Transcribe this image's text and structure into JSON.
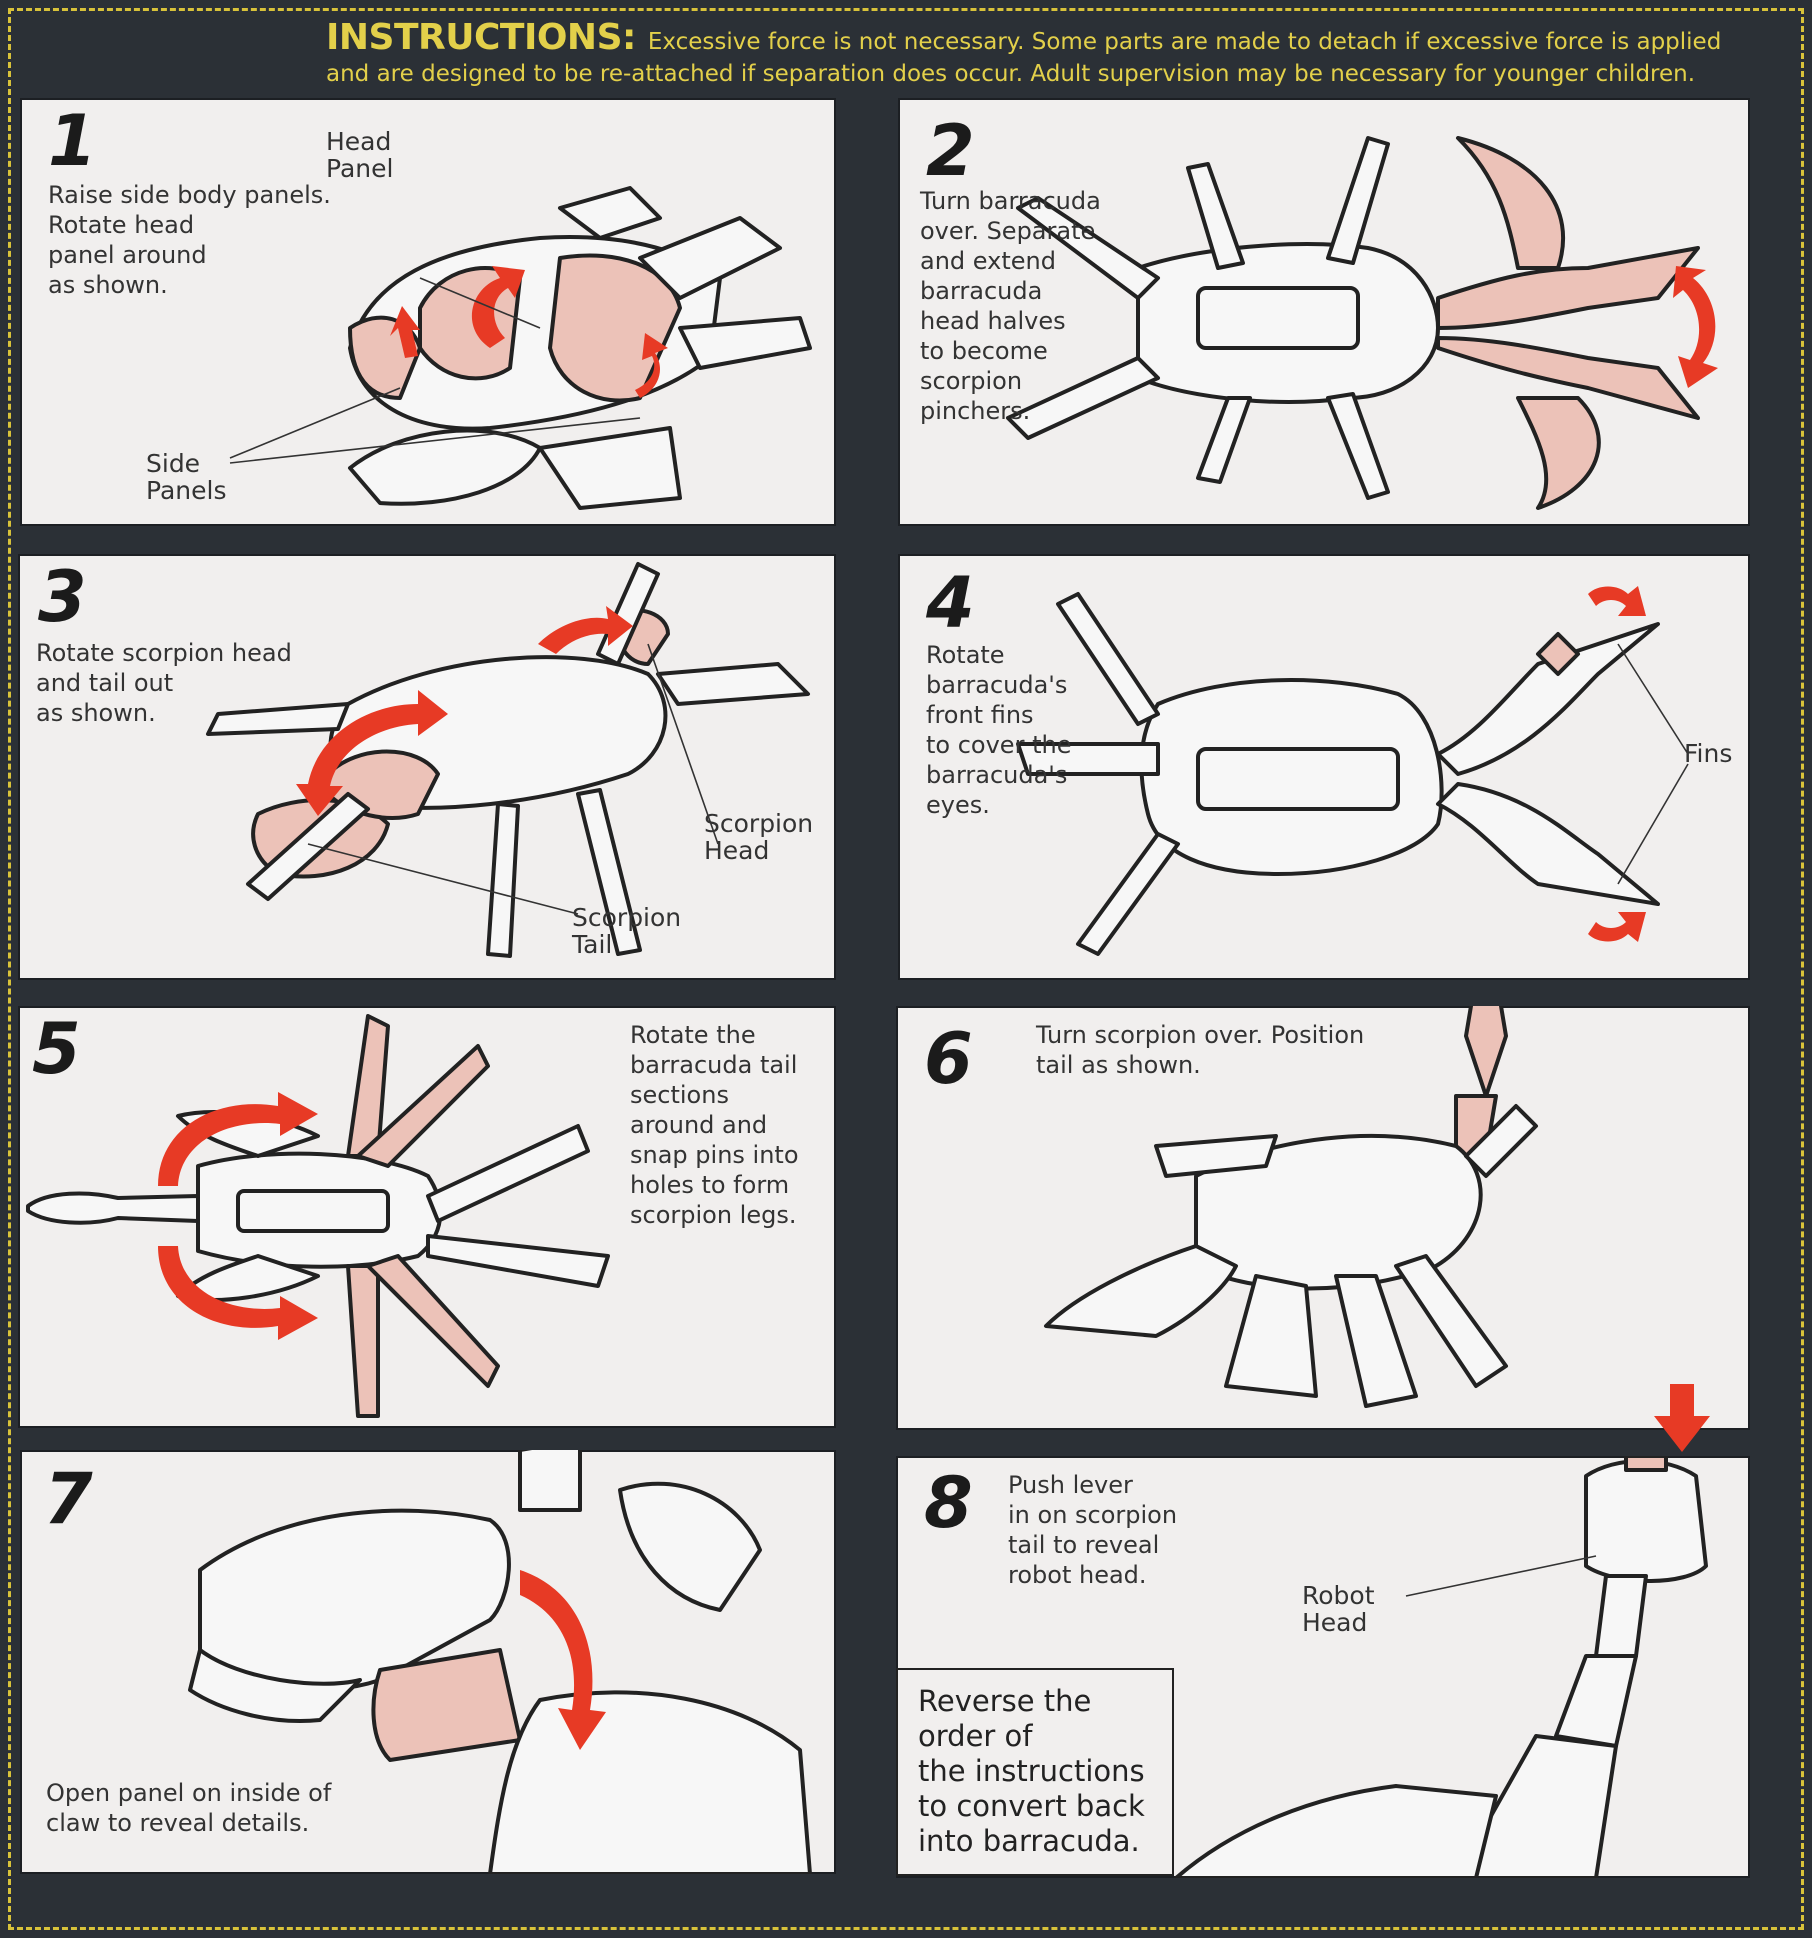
{
  "header": {
    "lead": "INSTRUCTIONS:",
    "line1": "Excessive force is not necessary. Some parts are made to detach if excessive force is applied",
    "line2": "and are designed to be re-attached if separation does occur. Adult supervision may be necessary for younger children."
  },
  "steps": [
    {
      "number": "1",
      "text": "Raise side body panels.\nRotate head\npanel around\nas shown.",
      "callouts": [
        "Head\nPanel",
        "Side\nPanels"
      ]
    },
    {
      "number": "2",
      "text": "Turn barracuda\nover. Separate\nand extend\nbarracuda\nhead halves\nto become\nscorpion\npinchers.",
      "callouts": []
    },
    {
      "number": "3",
      "text": "Rotate scorpion head\nand tail out\nas shown.",
      "callouts": [
        "Scorpion\nHead",
        "Scorpion\nTail"
      ]
    },
    {
      "number": "4",
      "text": "Rotate\nbarracuda's\nfront fins\nto cover the\nbarracuda's\neyes.",
      "callouts": [
        "Fins"
      ]
    },
    {
      "number": "5",
      "text": "Rotate the\nbarracuda tail\nsections\naround and\nsnap pins into\nholes to form\nscorpion legs.",
      "callouts": []
    },
    {
      "number": "6",
      "text": "Turn scorpion over. Position\ntail as shown.",
      "callouts": []
    },
    {
      "number": "7",
      "text": "Open panel on inside of\nclaw to reveal details.",
      "callouts": []
    },
    {
      "number": "8",
      "text": "Push lever\nin on scorpion\ntail to reveal\nrobot head.",
      "callouts": [
        "Robot\nHead"
      ]
    }
  ],
  "note": "Reverse the\norder of\nthe instructions\nto convert back\ninto barracuda.",
  "colors": {
    "background": "#2b3036",
    "panel": "#f1efee",
    "accent_red": "#e73a25",
    "highlight_pink": "#ecc2b8",
    "header_yellow": "#e3d04a"
  }
}
